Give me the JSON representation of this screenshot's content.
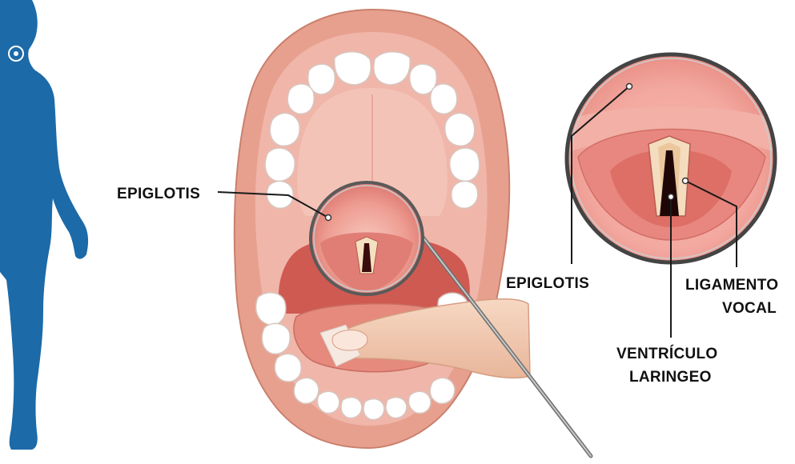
{
  "labels": {
    "epiglotis_left": "EPIGLOTIS",
    "epiglotis_right": "EPIGLOTIS",
    "ligamento_line1": "LIGAMENTO",
    "ligamento_line2": "VOCAL",
    "ventriculo_line1": "VENTRÍCULO",
    "ventriculo_line2": "LARINGEO"
  },
  "colors": {
    "silhouette": "#1c6aa8",
    "lip": "#e8a08e",
    "mouth_inner": "#f0b6aa",
    "palate": "#f4c3b8",
    "teeth": "#ffffff",
    "tongue": "#e58a7c",
    "throat_dark": "#b8463f",
    "finger": "#f2cdb4",
    "mirror_rim": "#555555",
    "leader": "#1a1a1a"
  }
}
